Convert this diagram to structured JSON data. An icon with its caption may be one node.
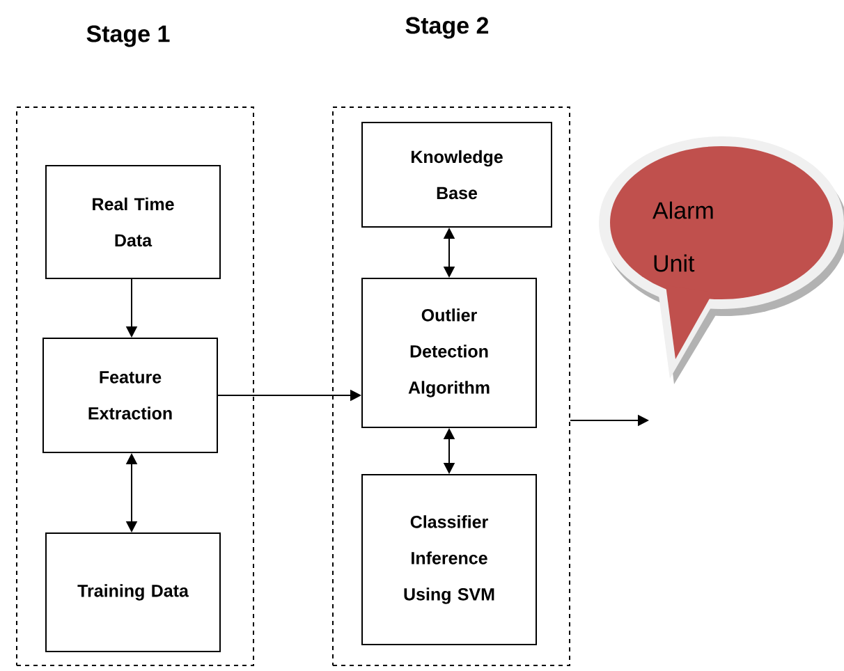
{
  "diagram": {
    "nodes": [
      {
        "text": [
          "Stage 1"
        ]
      },
      {
        "text": [
          "Real Time Data"
        ],
        "in": 0
      },
      {
        "text": [
          "Feature Extraction"
        ],
        "in": 0
      },
      {
        "text": [
          "Training Data"
        ],
        "in": 0
      },
      {
        "text": [
          "Stage 2"
        ]
      },
      {
        "text": [
          "Knowledge Base"
        ],
        "in": 4
      },
      {
        "text": [
          "Outlier Detection Algorithm"
        ],
        "in": 4
      },
      {
        "text": [
          "Classifier Inference Using SVM"
        ],
        "in": 4
      },
      {
        "text": [
          "Alarm Unit"
        ]
      }
    ],
    "edges": [
      {
        "from": 1,
        "to": 2,
        "arrow": "to"
      },
      {
        "from": 2,
        "to": 3,
        "arrow": "both"
      },
      {
        "from": 2,
        "to": 6,
        "arrow": "to"
      },
      {
        "from": 5,
        "to": 6,
        "arrow": "both"
      },
      {
        "from": 6,
        "to": 7,
        "arrow": "both"
      },
      {
        "from": 4,
        "to": 8,
        "arrow": "to"
      }
    ]
  }
}
